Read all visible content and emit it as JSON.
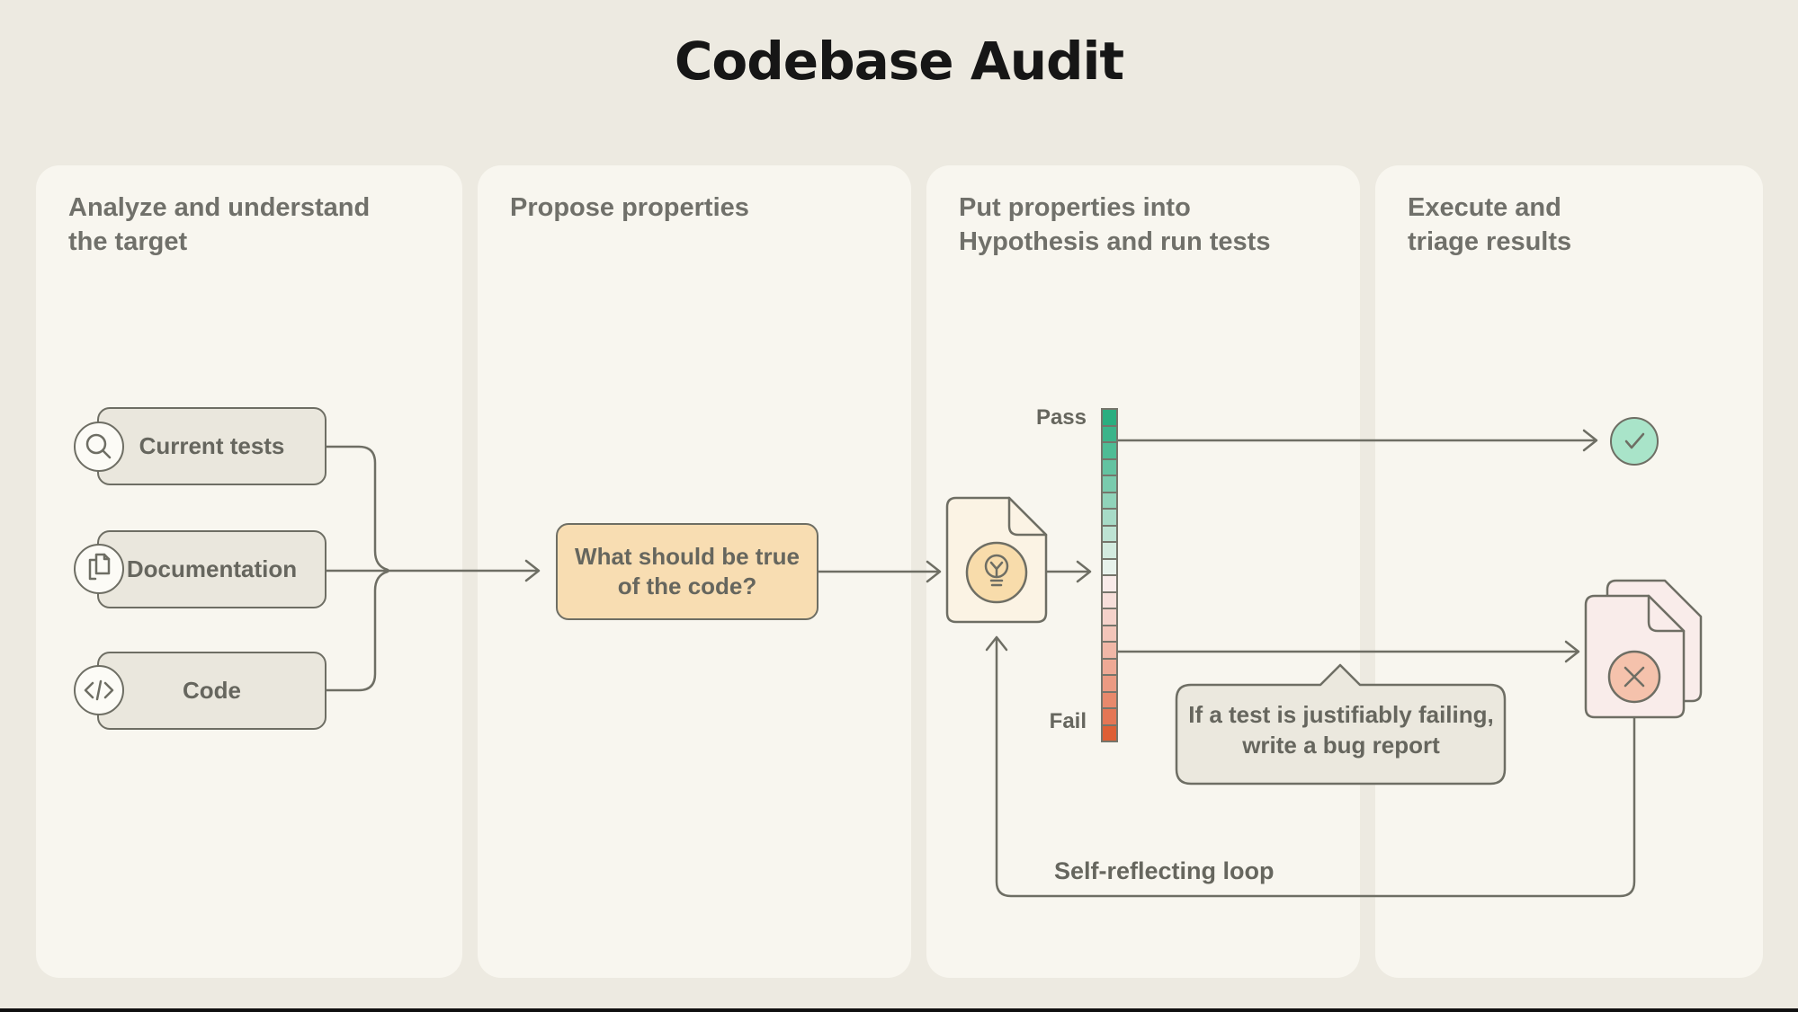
{
  "title": "Codebase Audit",
  "columns": {
    "analyze": {
      "heading": "Analyze and understand\nthe target"
    },
    "propose": {
      "heading": "Propose properties"
    },
    "hypothesis": {
      "heading": "Put properties into\nHypothesis and run tests"
    },
    "execute": {
      "heading": "Execute and\ntriage results"
    }
  },
  "sources": [
    {
      "label": "Current tests",
      "icon": "magnifier-icon"
    },
    {
      "label": "Documentation",
      "icon": "documents-icon"
    },
    {
      "label": "Code",
      "icon": "code-icon"
    }
  ],
  "question_box": {
    "text": "What should be true\nof the code?"
  },
  "test_bar": {
    "pass_label": "Pass",
    "fail_label": "Fail",
    "cells": [
      "#2aae80",
      "#3bb48a",
      "#4ebc95",
      "#63c3a1",
      "#79cbad",
      "#90d3ba",
      "#a7dbc7",
      "#bde3d3",
      "#d3ebdf",
      "#e7f2eb",
      "#f9ebe9",
      "#f7dfda",
      "#f5d2ca",
      "#f3c5b9",
      "#f1b7a7",
      "#eea995",
      "#eb9a82",
      "#e8896c",
      "#e47655",
      "#de5f35"
    ]
  },
  "callout": {
    "text": "If a test is justifiably failing,\nwrite a bug report"
  },
  "loop_label": "Self-reflecting loop",
  "colors": {
    "page_bg": "#edeae1",
    "card_bg": "#f8f6ef",
    "line": "#6e6e64",
    "text_heading": "#70706a",
    "text_label": "#66665e",
    "title": "#161616",
    "source_box_bg": "#eae7dd",
    "icon_circle_bg": "#fcfbf6",
    "question_box_bg": "#f8ddb2",
    "doc_bg": "#fbf3e4",
    "bulb_circle_bg": "#f8dcab",
    "pass_circle_bg": "#a9e4c9",
    "fail_doc_bg": "#f9ecea",
    "fail_circle_bg": "#f5c2ac",
    "callout_bg": "#ebe8de",
    "bar_border": "#75756b"
  }
}
